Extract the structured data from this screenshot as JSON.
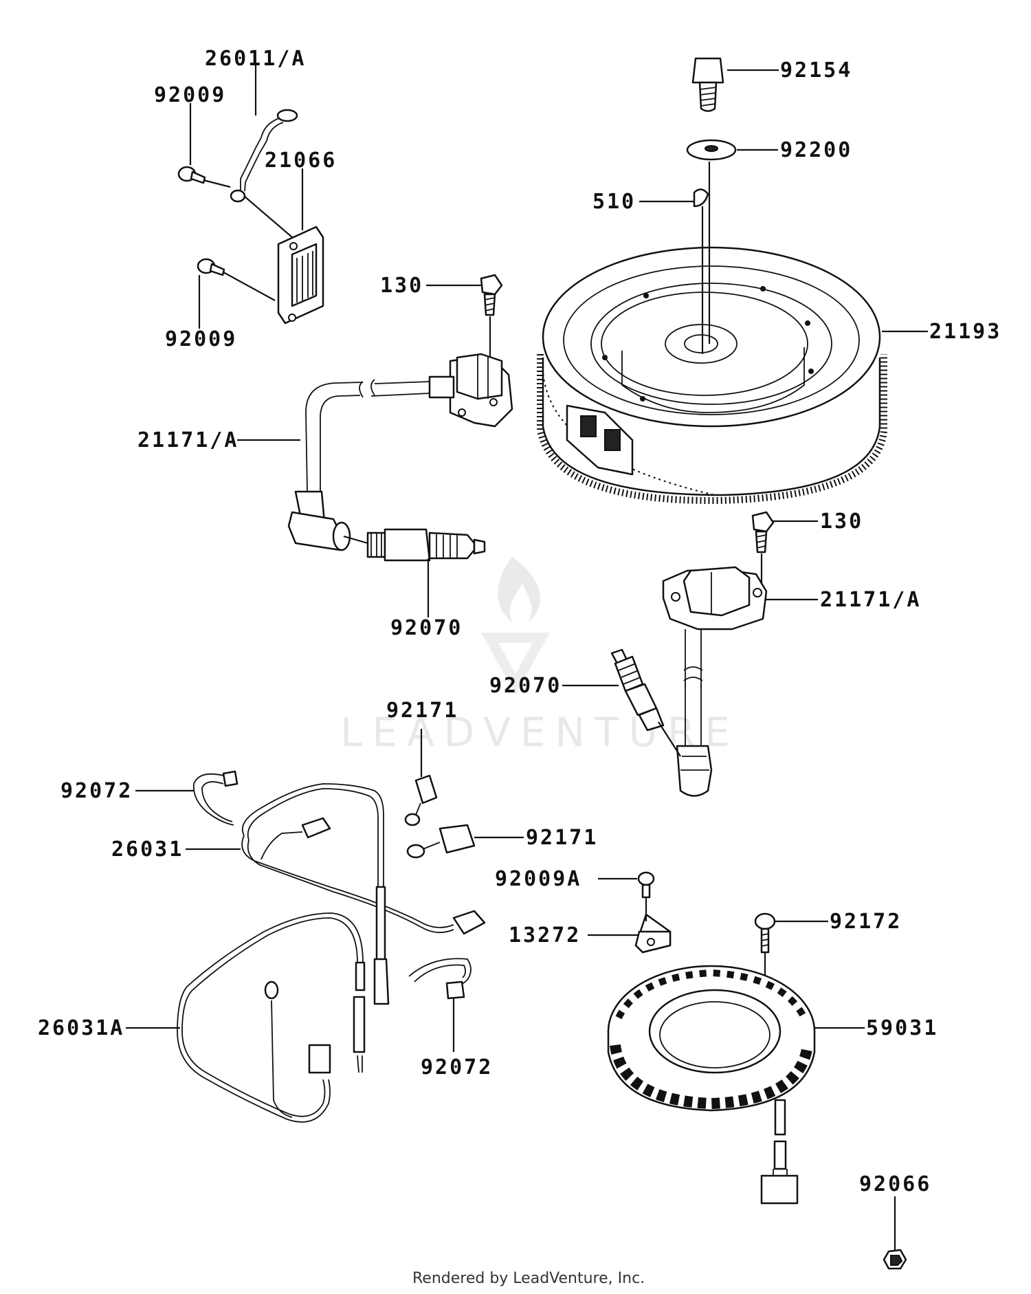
{
  "labels": {
    "l_26011A": "26011/A",
    "l_92009_top": "92009",
    "l_21066": "21066",
    "l_92009_bot": "92009",
    "l_92154": "92154",
    "l_92200": "92200",
    "l_510": "510",
    "l_130_top": "130",
    "l_21193": "21193",
    "l_21171A_left": "21171/A",
    "l_92070_left": "92070",
    "l_130_right": "130",
    "l_21171A_right": "21171/A",
    "l_92070_right": "92070",
    "l_92171_top": "92171",
    "l_92171_mid": "92171",
    "l_92072_top": "92072",
    "l_26031": "26031",
    "l_92009A": "92009A",
    "l_13272": "13272",
    "l_92172": "92172",
    "l_26031A": "26031A",
    "l_59031": "59031",
    "l_92072_bot": "92072",
    "l_92066": "92066"
  },
  "watermark": "LEADVENTURE",
  "footer": "Rendered by LeadVenture, Inc."
}
